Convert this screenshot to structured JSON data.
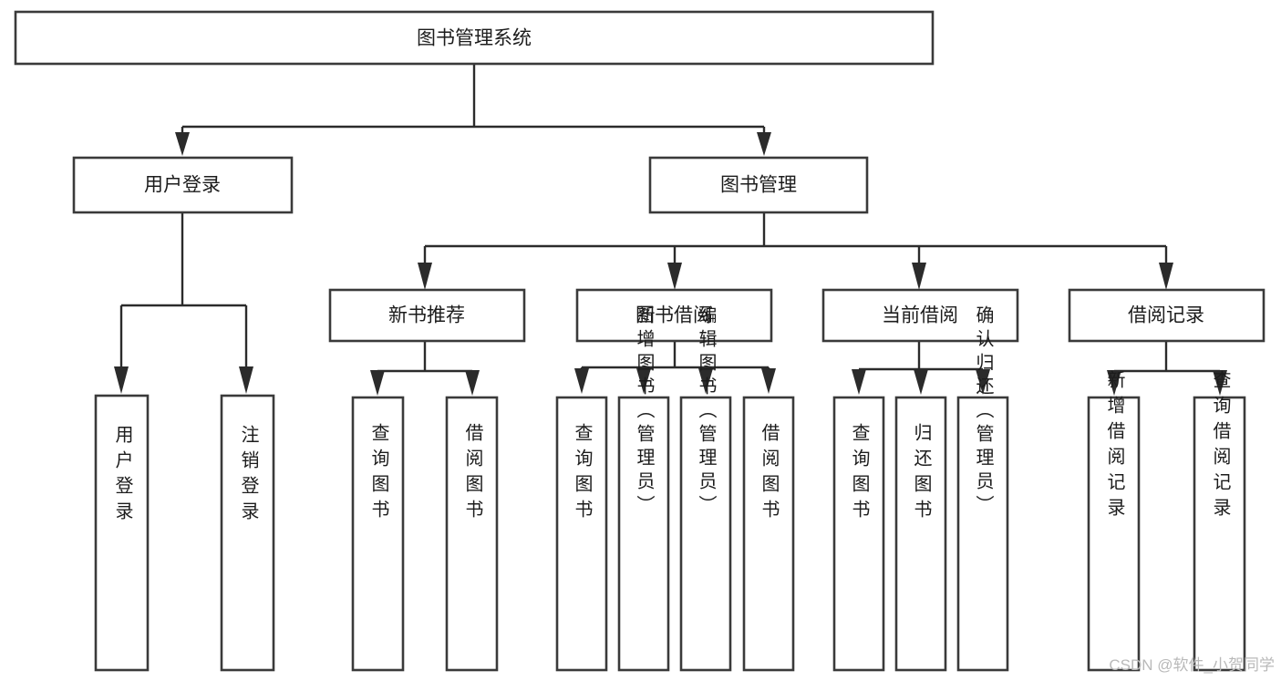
{
  "diagram": {
    "title": "图书管理系统",
    "type": "tree",
    "root": {
      "id": "root",
      "label": "图书管理系统",
      "orientation": "horizontal"
    },
    "level2": [
      {
        "id": "user-login",
        "label": "用户登录",
        "orientation": "horizontal"
      },
      {
        "id": "book-manage",
        "label": "图书管理",
        "orientation": "horizontal"
      }
    ],
    "level3": [
      {
        "id": "new-book-recommend",
        "label": "新书推荐",
        "orientation": "horizontal",
        "parent": "book-manage"
      },
      {
        "id": "book-borrow",
        "label": "图书借阅",
        "orientation": "horizontal",
        "parent": "book-manage"
      },
      {
        "id": "current-borrow",
        "label": "当前借阅",
        "orientation": "horizontal",
        "parent": "book-manage"
      },
      {
        "id": "borrow-record",
        "label": "借阅记录",
        "orientation": "horizontal",
        "parent": "book-manage"
      }
    ],
    "leaves": [
      {
        "id": "leaf-user-login",
        "label": "用户登录",
        "orientation": "vertical",
        "parent": "user-login"
      },
      {
        "id": "leaf-user-logout",
        "label": "注销登录",
        "orientation": "vertical",
        "parent": "user-login"
      },
      {
        "id": "leaf-query-book-1",
        "label": "查询图书",
        "orientation": "vertical",
        "parent": "new-book-recommend"
      },
      {
        "id": "leaf-borrow-book-1",
        "label": "借阅图书",
        "orientation": "vertical",
        "parent": "new-book-recommend"
      },
      {
        "id": "leaf-query-book-2",
        "label": "查询图书",
        "orientation": "vertical",
        "parent": "book-borrow"
      },
      {
        "id": "leaf-add-book",
        "label": "新增图书（管理员）",
        "orientation": "vertical",
        "parent": "book-borrow"
      },
      {
        "id": "leaf-edit-book",
        "label": "编辑图书（管理员）",
        "orientation": "vertical",
        "parent": "book-borrow"
      },
      {
        "id": "leaf-borrow-book-2",
        "label": "借阅图书",
        "orientation": "vertical",
        "parent": "book-borrow"
      },
      {
        "id": "leaf-query-book-3",
        "label": "查询图书",
        "orientation": "vertical",
        "parent": "current-borrow"
      },
      {
        "id": "leaf-return-book",
        "label": "归还图书",
        "orientation": "vertical",
        "parent": "current-borrow"
      },
      {
        "id": "leaf-confirm-return",
        "label": "确认归还（管理员）",
        "orientation": "vertical",
        "parent": "current-borrow"
      },
      {
        "id": "leaf-add-record",
        "label": "新增借阅记录",
        "orientation": "vertical",
        "parent": "borrow-record"
      },
      {
        "id": "leaf-query-record",
        "label": "查询借阅记录",
        "orientation": "vertical",
        "parent": "borrow-record"
      }
    ]
  },
  "watermark": {
    "text": "CSDN @软件_小贺同学"
  },
  "colors": {
    "box_stroke": "#3a3a3a",
    "connector": "#2b2b2b",
    "text": "#1c1c1c",
    "background": "#ffffff",
    "watermark": "#b9b9b9"
  }
}
